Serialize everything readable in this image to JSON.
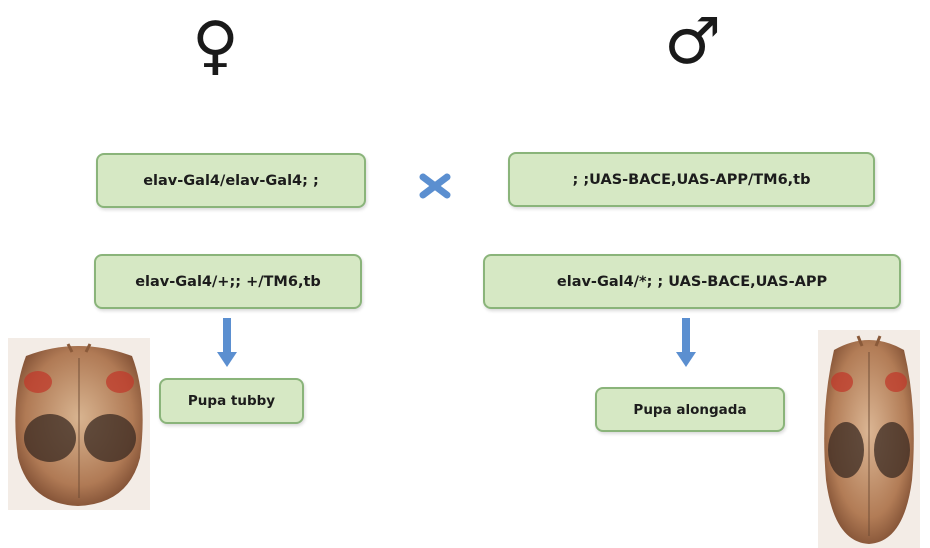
{
  "symbols": {
    "female": "♀",
    "male": "♂"
  },
  "genotypes": {
    "female_parent": "elav-Gal4/elav-Gal4; ;",
    "male_parent": "; ;UAS-BACE,UAS-APP/TM6,tb",
    "offspring_left": "elav-Gal4/+;; +/TM6,tb",
    "offspring_right": "elav-Gal4/*; ; UAS-BACE,UAS-APP"
  },
  "phenotypes": {
    "left": "Pupa tubby",
    "right": "Pupa alongada"
  },
  "colors": {
    "box_fill": "#d6e8c4",
    "box_border": "#8ab47a",
    "arrow": "#5b8fd0",
    "cross": "#5b8fd0"
  },
  "icons": {
    "cross": "cross-icon",
    "down_arrow": "down-arrow-icon",
    "pupa": "pupa-image"
  }
}
